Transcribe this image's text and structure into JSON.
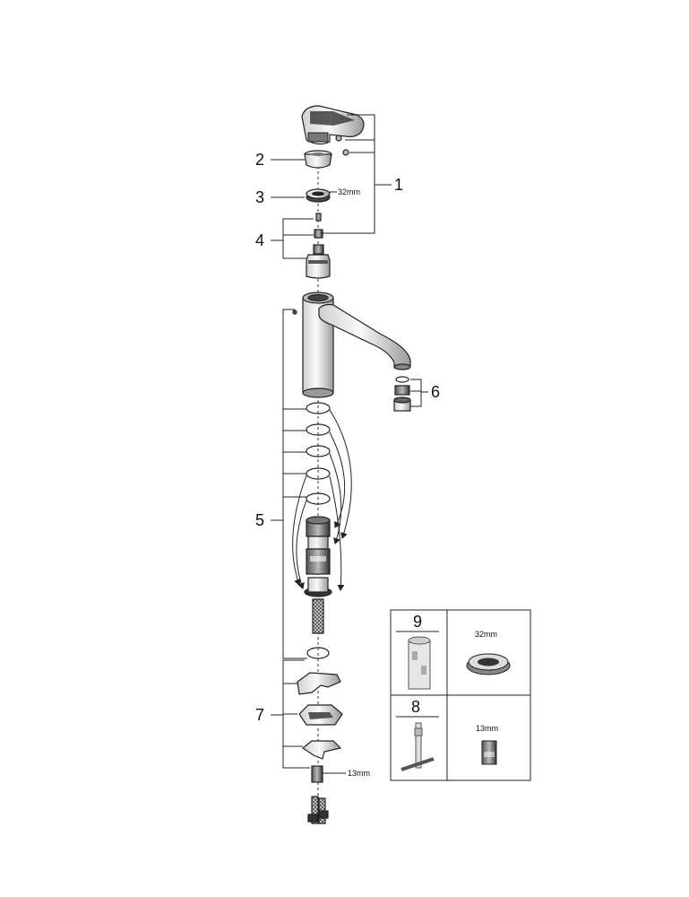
{
  "callouts": {
    "c1": "1",
    "c2": "2",
    "c3": "3",
    "c4": "4",
    "c5": "5",
    "c6": "6",
    "c7": "7"
  },
  "dimensions": {
    "ring_nut": "32mm",
    "bottom_nut": "13mm"
  },
  "tools_table": {
    "tool9": {
      "number": "9",
      "size": "32mm"
    },
    "tool8": {
      "number": "8",
      "size": "13mm"
    }
  }
}
